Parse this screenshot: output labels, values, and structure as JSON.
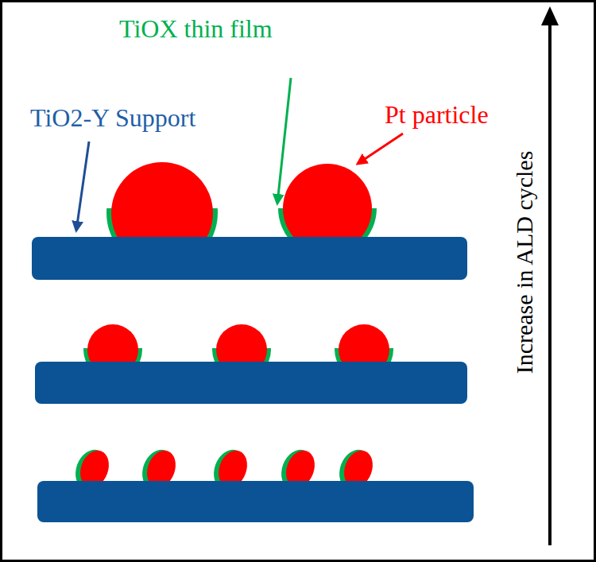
{
  "diagram": {
    "labels": [
      "TiOX thin film",
      "TiO2-Y Support",
      "Pt particle",
      "Increase in ALD cycles"
    ]
  }
}
